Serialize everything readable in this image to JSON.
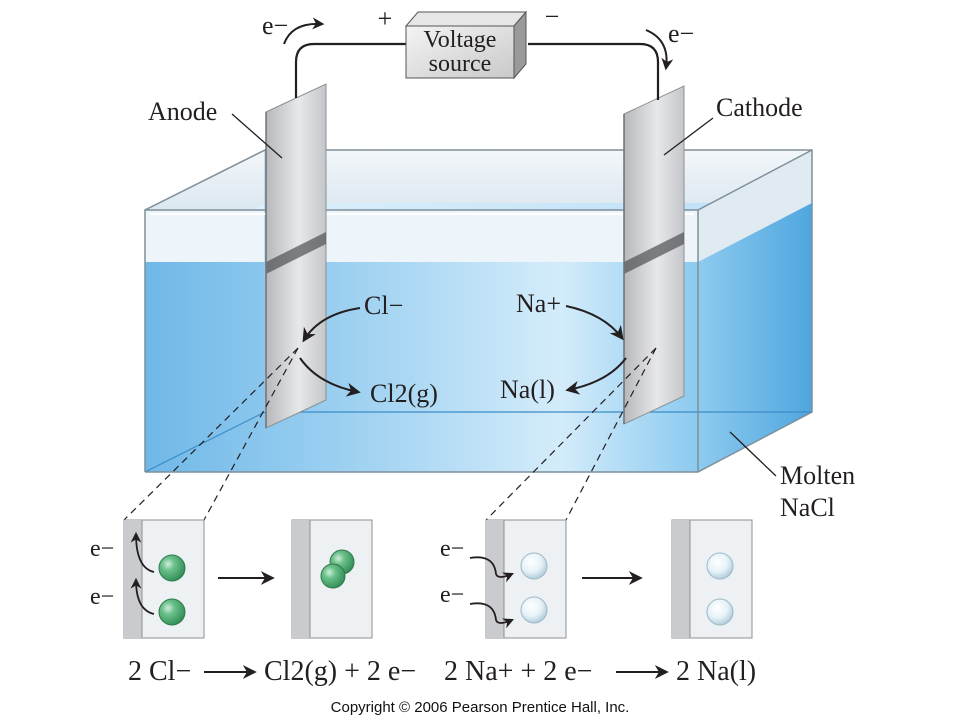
{
  "circuit": {
    "electron_left": "e−",
    "electron_right": "e−",
    "plus_sign": "+",
    "minus_sign": "−",
    "source_line1": "Voltage",
    "source_line2": "source"
  },
  "labels": {
    "anode": "Anode",
    "cathode": "Cathode",
    "molten_line1": "Molten",
    "molten_line2": "NaCl"
  },
  "reactions": {
    "chloride_ion": "Cl−",
    "chlorine_gas": "Cl2(g)",
    "sodium_ion": "Na+",
    "sodium_liquid": "Na(l)"
  },
  "insets": {
    "anode_e1": "e−",
    "anode_e2": "e−",
    "cathode_e1": "e−",
    "cathode_e2": "e−"
  },
  "equations": {
    "anode_reactant": "2 Cl−",
    "anode_product": "Cl2(g) + 2 e−",
    "cathode_reactant": "2 Na+ + 2 e−",
    "cathode_product": "2 Na(l)"
  },
  "copyright": "Copyright © 2006 Pearson Prentice Hall, Inc.",
  "colors": {
    "liquid": "#7cc0ec",
    "liquid_light": "#c8e6f8",
    "electrode": "#c9cbce",
    "chlorine_atom": "#5cb37a",
    "sodium_atom": "#dfeef6",
    "wire": "#231f20"
  }
}
